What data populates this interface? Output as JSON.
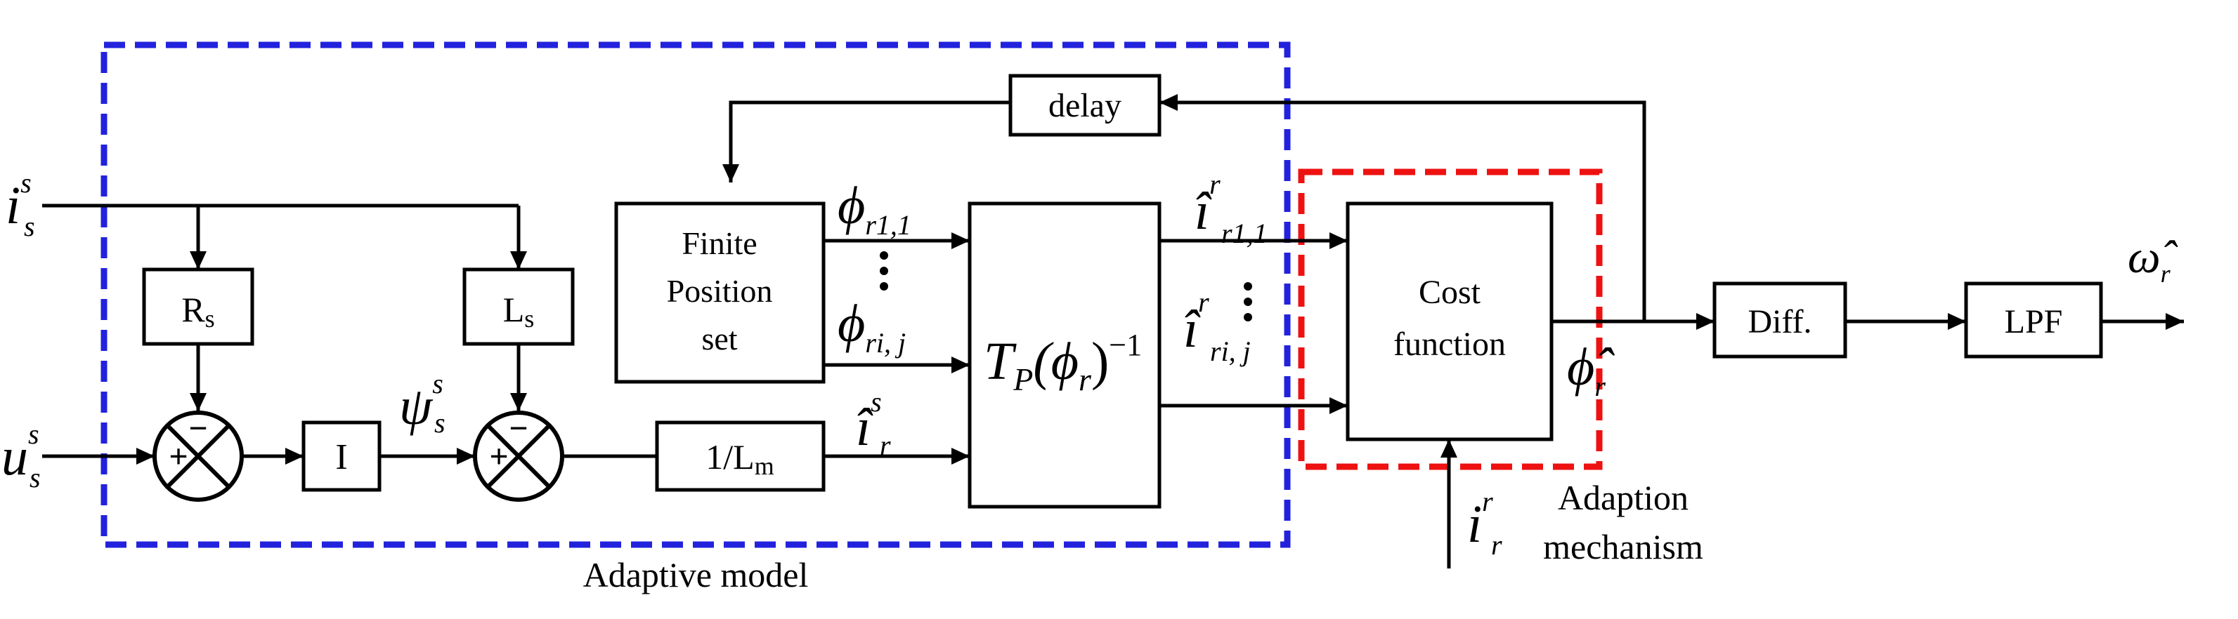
{
  "colors": {
    "adaptive_box": "#2222dd",
    "adaption_box": "#ee1111",
    "line": "#000000"
  },
  "blocks": {
    "delay": "delay",
    "finite_1": "Finite",
    "finite_2": "Position",
    "finite_3": "set",
    "transform_main": "T",
    "transform_sub": "P",
    "transform_arg": "(ϕ",
    "transform_arg_sub": "r",
    "transform_close": ")",
    "transform_exp": "−1",
    "cost_1": "Cost",
    "cost_2": "function",
    "diff": "Diff.",
    "lpf": "LPF",
    "rs_main": "R",
    "rs_sub": "s",
    "ls_main": "L",
    "ls_sub": "s",
    "integrator": "I",
    "inv_lm_main": "1/L",
    "inv_lm_sub": "m"
  },
  "signals": {
    "is_main": "i",
    "is_sup": "s",
    "is_sub": "s",
    "us_main": "u",
    "us_sup": "s",
    "us_sub": "s",
    "psi_main": "ψ",
    "psi_sup": "s",
    "psi_sub": "s",
    "ir_hat_main": "î",
    "ir_hat_sup": "s",
    "ir_hat_sub": "r",
    "phi1_main": "ϕ",
    "phi1_sub": "r1,1",
    "phij_main": "ϕ",
    "phij_sub": "ri, j",
    "ihat1_main": "î",
    "ihat1_sup": "r",
    "ihat1_sub": "r1,1",
    "ihatj_main": "î",
    "ihatj_sup": "r",
    "ihatj_sub": "ri, j",
    "phi_out_main": "ϕ̂",
    "phi_out_sub": "r",
    "omega_main": "ω̂",
    "omega_sub": "r",
    "ir_meas_main": "i",
    "ir_meas_sup": "r",
    "ir_meas_sub": "r",
    "plus": "+",
    "minus": "−"
  },
  "regions": {
    "adaptive_model": "Adaptive model",
    "adaption_1": "Adaption",
    "adaption_2": "mechanism"
  }
}
